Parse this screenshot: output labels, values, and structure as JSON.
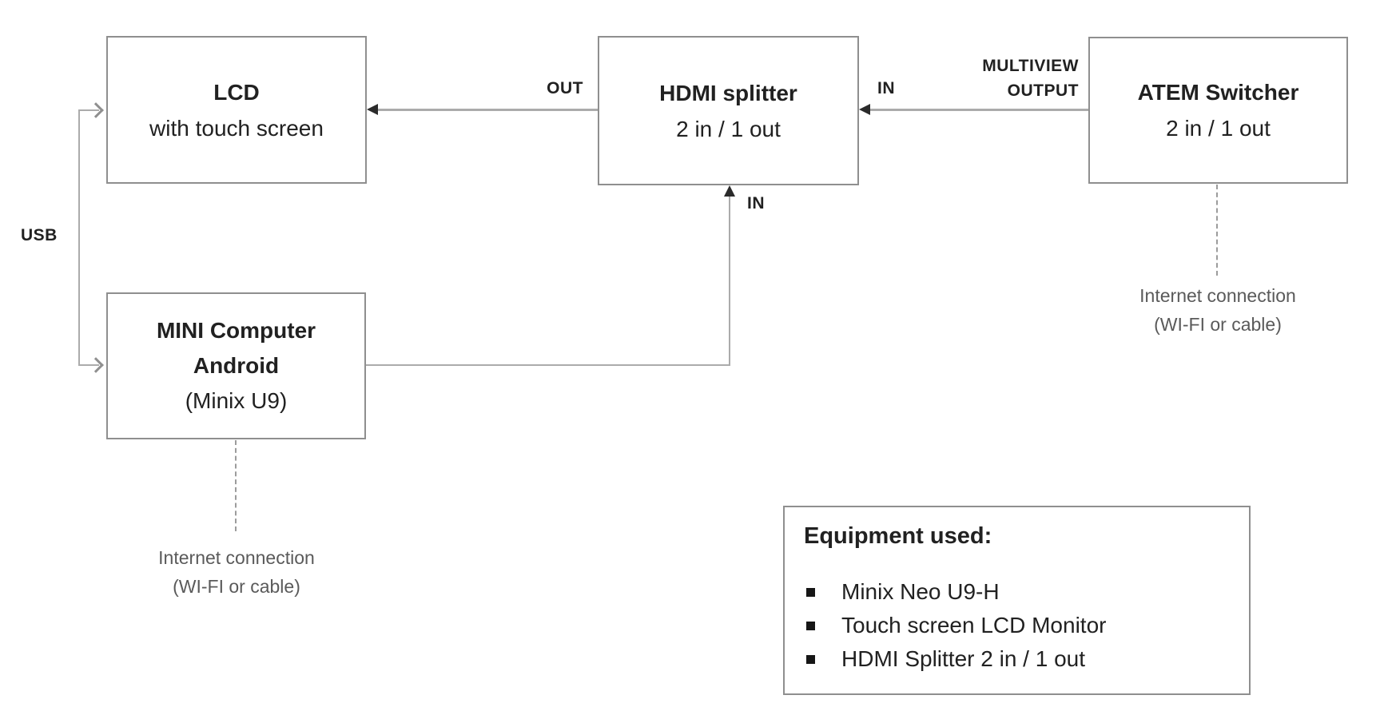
{
  "colors": {
    "line": "#ababab",
    "border": "#8f8f8f",
    "text": "#212121",
    "note": "#5a5a5a",
    "arrow": "#2b2b2b"
  },
  "nodes": {
    "lcd": {
      "title": "LCD",
      "subtitle": "with touch screen"
    },
    "hdmi_splitter": {
      "title": "HDMI splitter",
      "subtitle": "2 in / 1 out"
    },
    "atem_switcher": {
      "title": "ATEM Switcher",
      "subtitle": "2 in / 1 out"
    },
    "mini_computer": {
      "title": "MINI Computer",
      "title_line2": "Android",
      "subtitle": "(Minix U9)"
    }
  },
  "labels": {
    "usb": "USB",
    "out": "OUT",
    "in_from_atem": "IN",
    "in_from_mini": "IN",
    "multiview_line1": "MULTIVIEW",
    "multiview_line2": "OUTPUT"
  },
  "notes": {
    "mini_internet": {
      "line1": "Internet connection",
      "line2": "(WI-FI or cable)"
    },
    "atem_internet": {
      "line1": "Internet connection",
      "line2": "(WI-FI or cable)"
    }
  },
  "equipment": {
    "title": "Equipment used:",
    "items": [
      "Minix Neo U9-H",
      "Touch screen LCD Monitor",
      "HDMI Splitter 2 in / 1 out"
    ]
  }
}
